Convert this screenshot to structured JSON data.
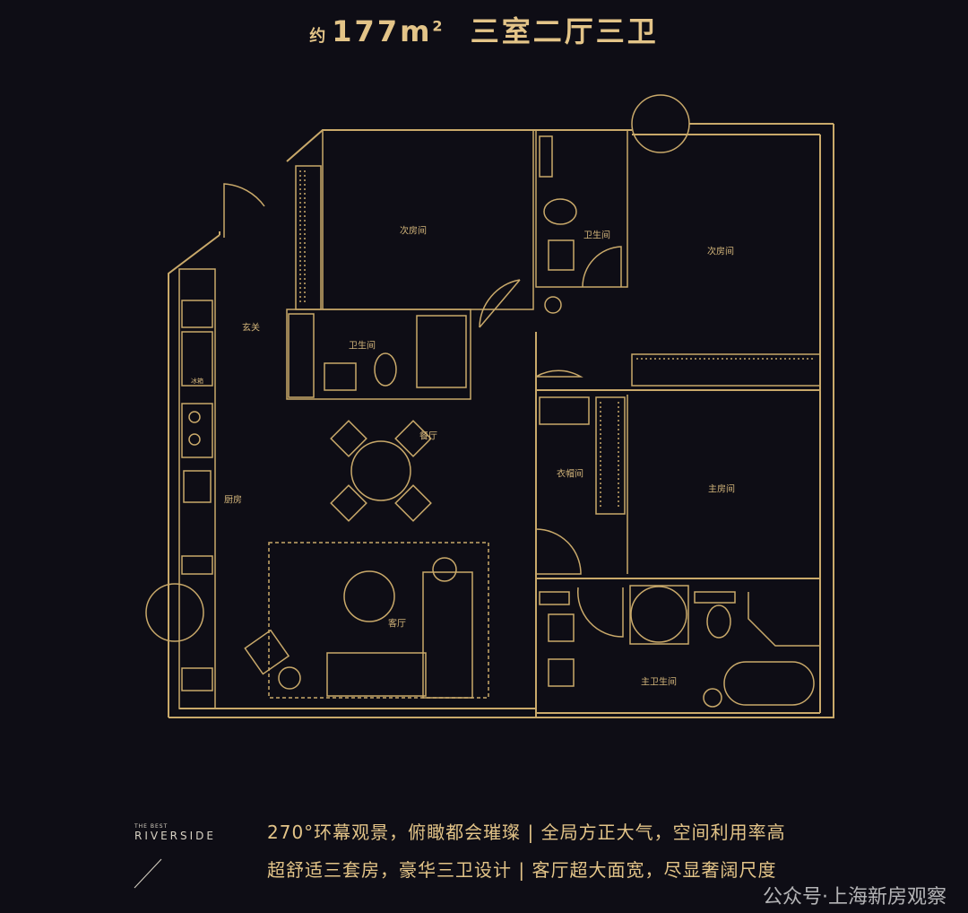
{
  "header": {
    "prefix": "约",
    "area": "177m",
    "sup": "2",
    "layout": "三室二厅三卫"
  },
  "rooms": {
    "bedroom2_left": "次房间",
    "bedroom2_right": "次房间",
    "bath_left": "卫生间",
    "bath_right": "卫生间",
    "entry": "玄关",
    "fridge": "冰箱",
    "dining": "餐厅",
    "kitchen": "厨房",
    "living": "客厅",
    "closet": "衣帽间",
    "master": "主房间",
    "master_bath": "主卫生间"
  },
  "brand": {
    "small": "THE BEST",
    "big": "RIVERSIDE"
  },
  "slogans": [
    "270°环幕观景，俯瞰都会璀璨 | 全局方正大气，空间利用率高",
    "超舒适三套房，豪华三卫设计 | 客厅超大面宽，尽显奢阔尺度"
  ],
  "watermark": "公众号·上海新房观察",
  "colors": {
    "line": "#c9a96a",
    "background": "#0e0d15"
  }
}
